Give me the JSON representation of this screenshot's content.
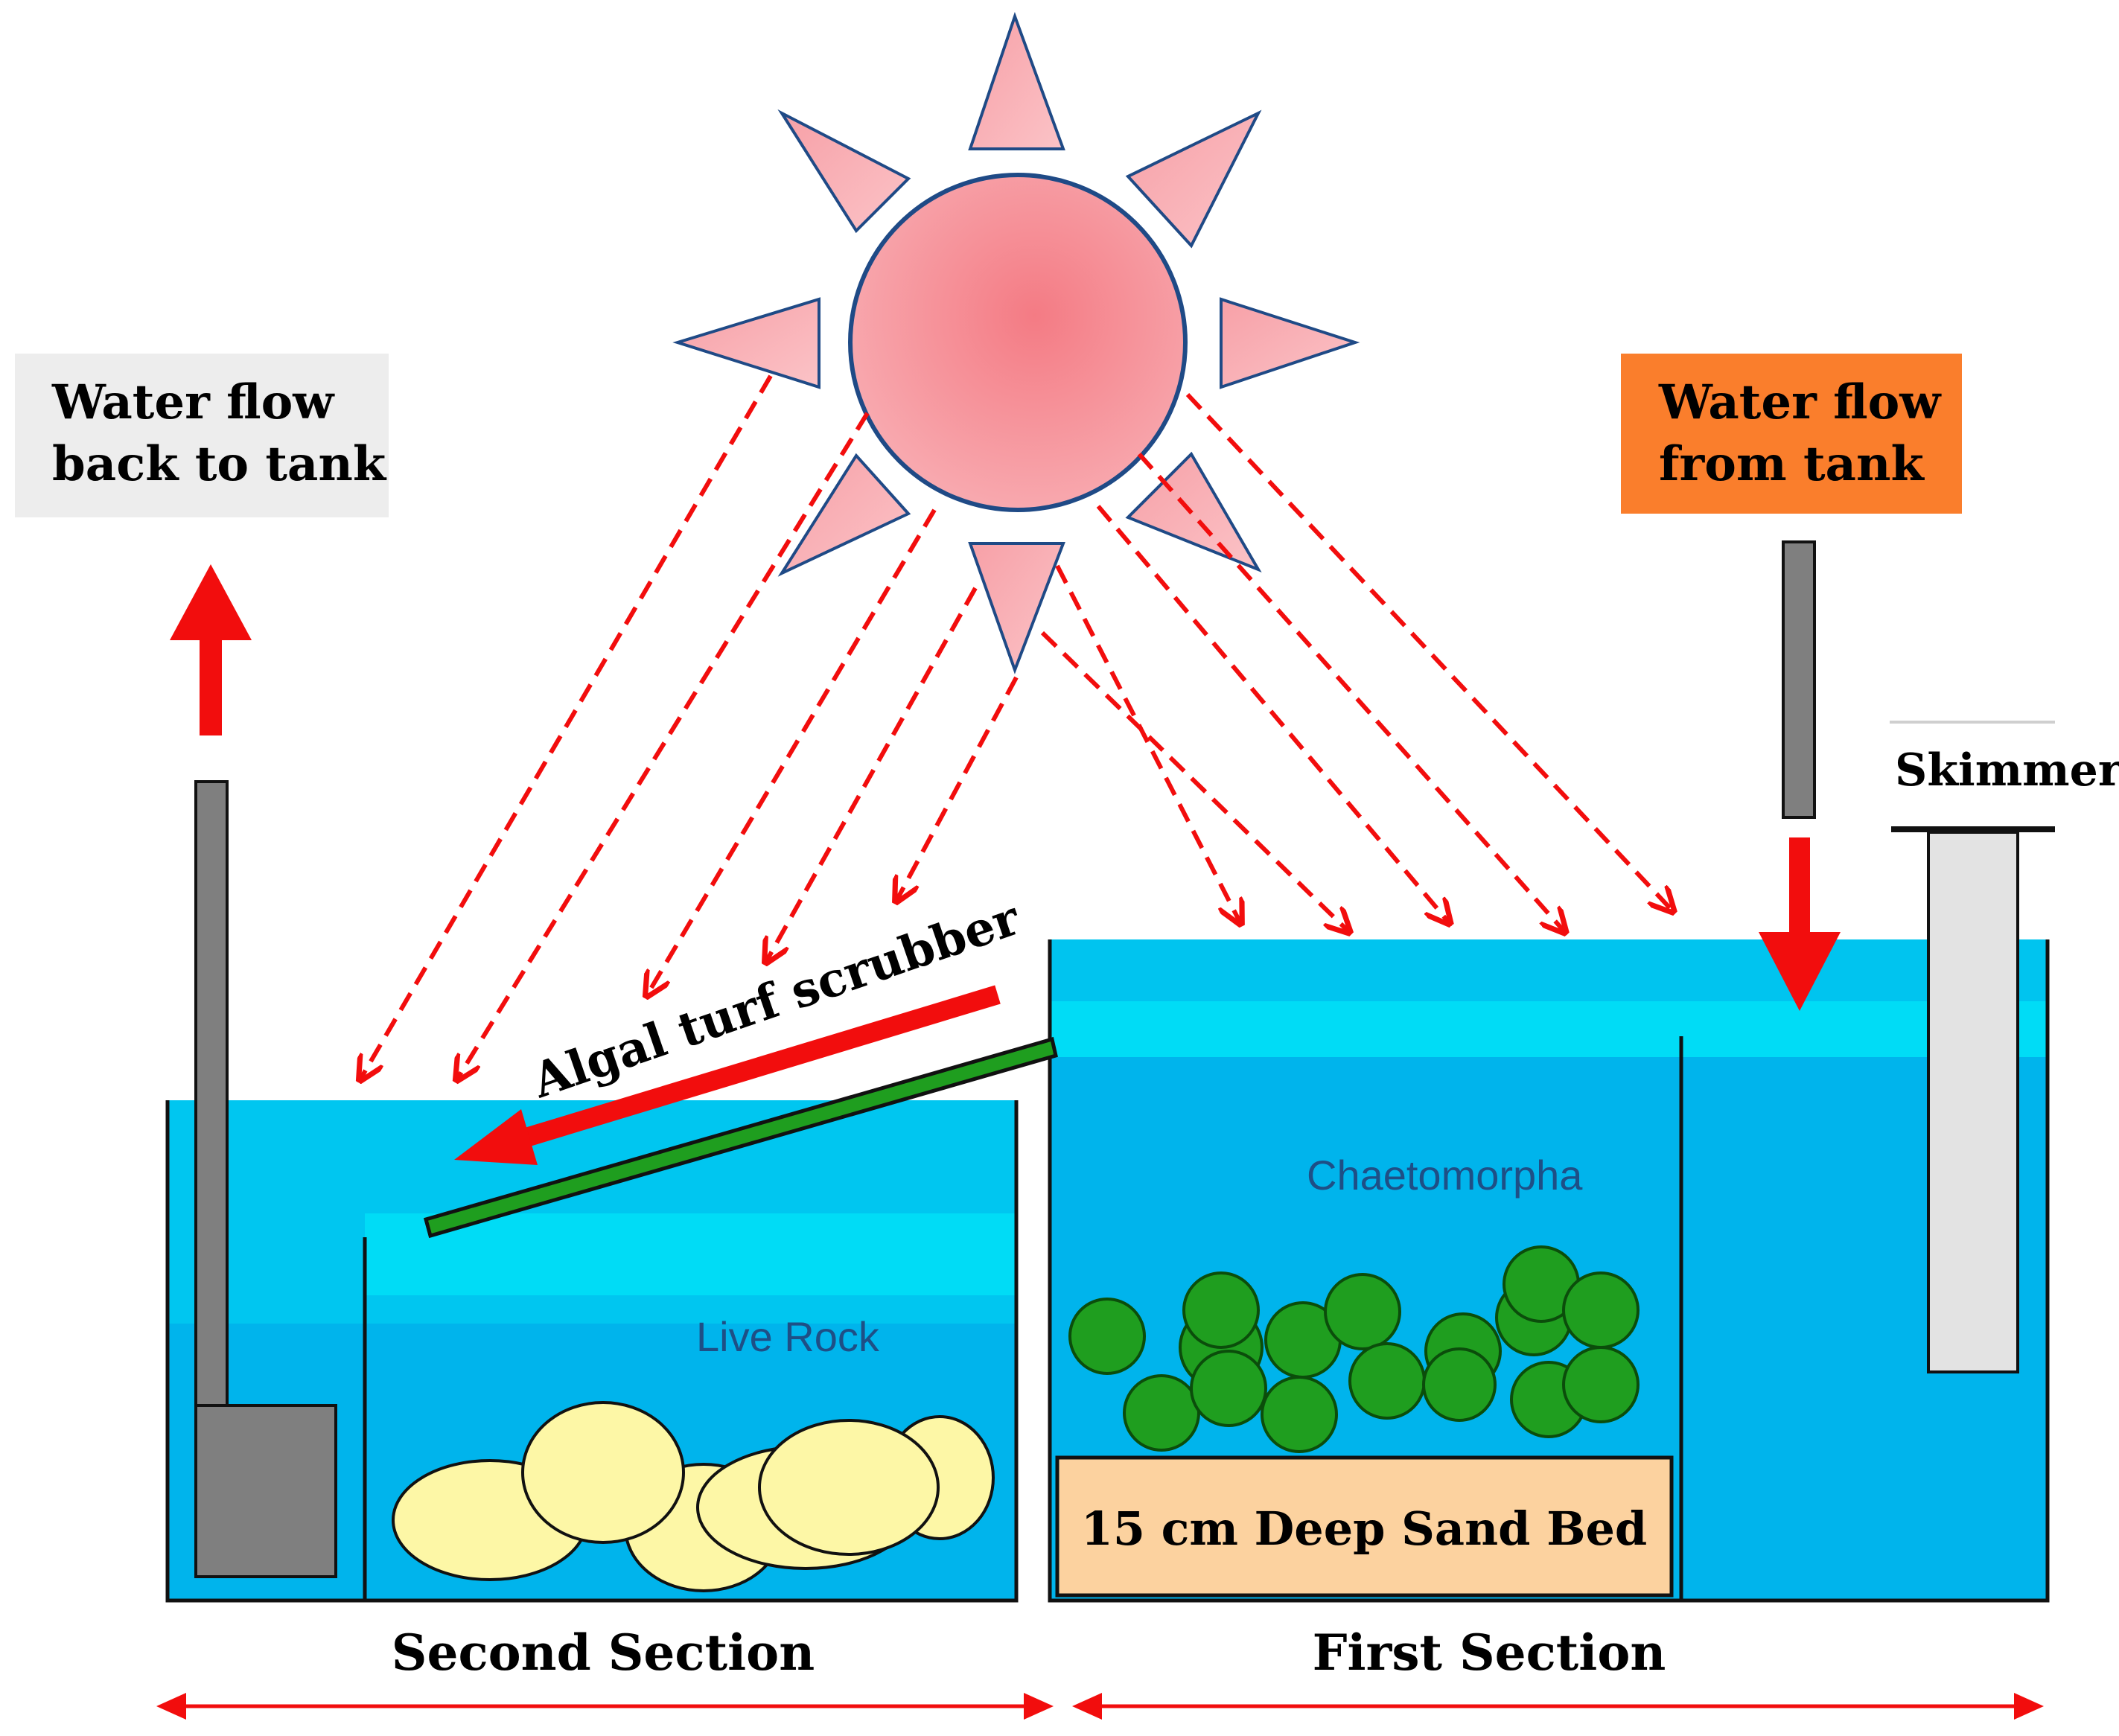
{
  "labels": {
    "water_flow_back": [
      "Water flow",
      "back to tank"
    ],
    "water_flow_from": [
      "Water flow",
      "from tank"
    ],
    "skimmer": "Skimmer",
    "algal_turf_scrubber": "Algal turf scrubber",
    "chaetomorpha": "Chaetomorpha",
    "live_rock": "Live Rock",
    "deep_sand_bed": "15 cm Deep Sand Bed",
    "second_section": "Second Section",
    "first_section": "First Section"
  },
  "colors": {
    "water": "#00b4ec",
    "water_top": "#00d6f5",
    "sun_fill": "#f7a3a8",
    "sun_outline": "#1f4a86",
    "arrow_red": "#f20d0d",
    "algae_green": "#1f9e1f",
    "rock_yellow": "#fdf7a6",
    "sand_bed": "#fcd29f",
    "pipe_gray": "#7f7f7f",
    "skimmer_gray": "#e3e3e3",
    "flow_from_box": "#fa7e2c",
    "flow_back_box": "#ededed",
    "text_dark_blue": "#1e4f86"
  }
}
